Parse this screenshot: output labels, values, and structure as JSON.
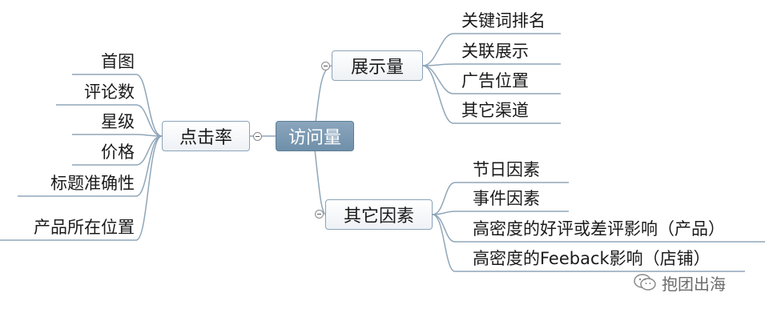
{
  "root": {
    "label": "访问量"
  },
  "branches": {
    "impressions": {
      "label": "展示量",
      "children": [
        "关键词排名",
        "关联展示",
        "广告位置",
        "其它渠道"
      ]
    },
    "other_factors": {
      "label": "其它因素",
      "children": [
        "节日因素",
        "事件因素",
        "高密度的好评或差评影响（产品）",
        "高密度的Feeback影响（店铺）"
      ]
    },
    "ctr": {
      "label": "点击率",
      "children": [
        "首图",
        "评论数",
        "星级",
        "价格",
        "标题准确性",
        "产品所在位置"
      ]
    }
  },
  "watermark": {
    "text": "抱团出海",
    "icon": "wechat-icon"
  },
  "colors": {
    "line": "#8fa6b8",
    "root_fill": "#7b98b1",
    "node_border": "#8aa3b8"
  }
}
